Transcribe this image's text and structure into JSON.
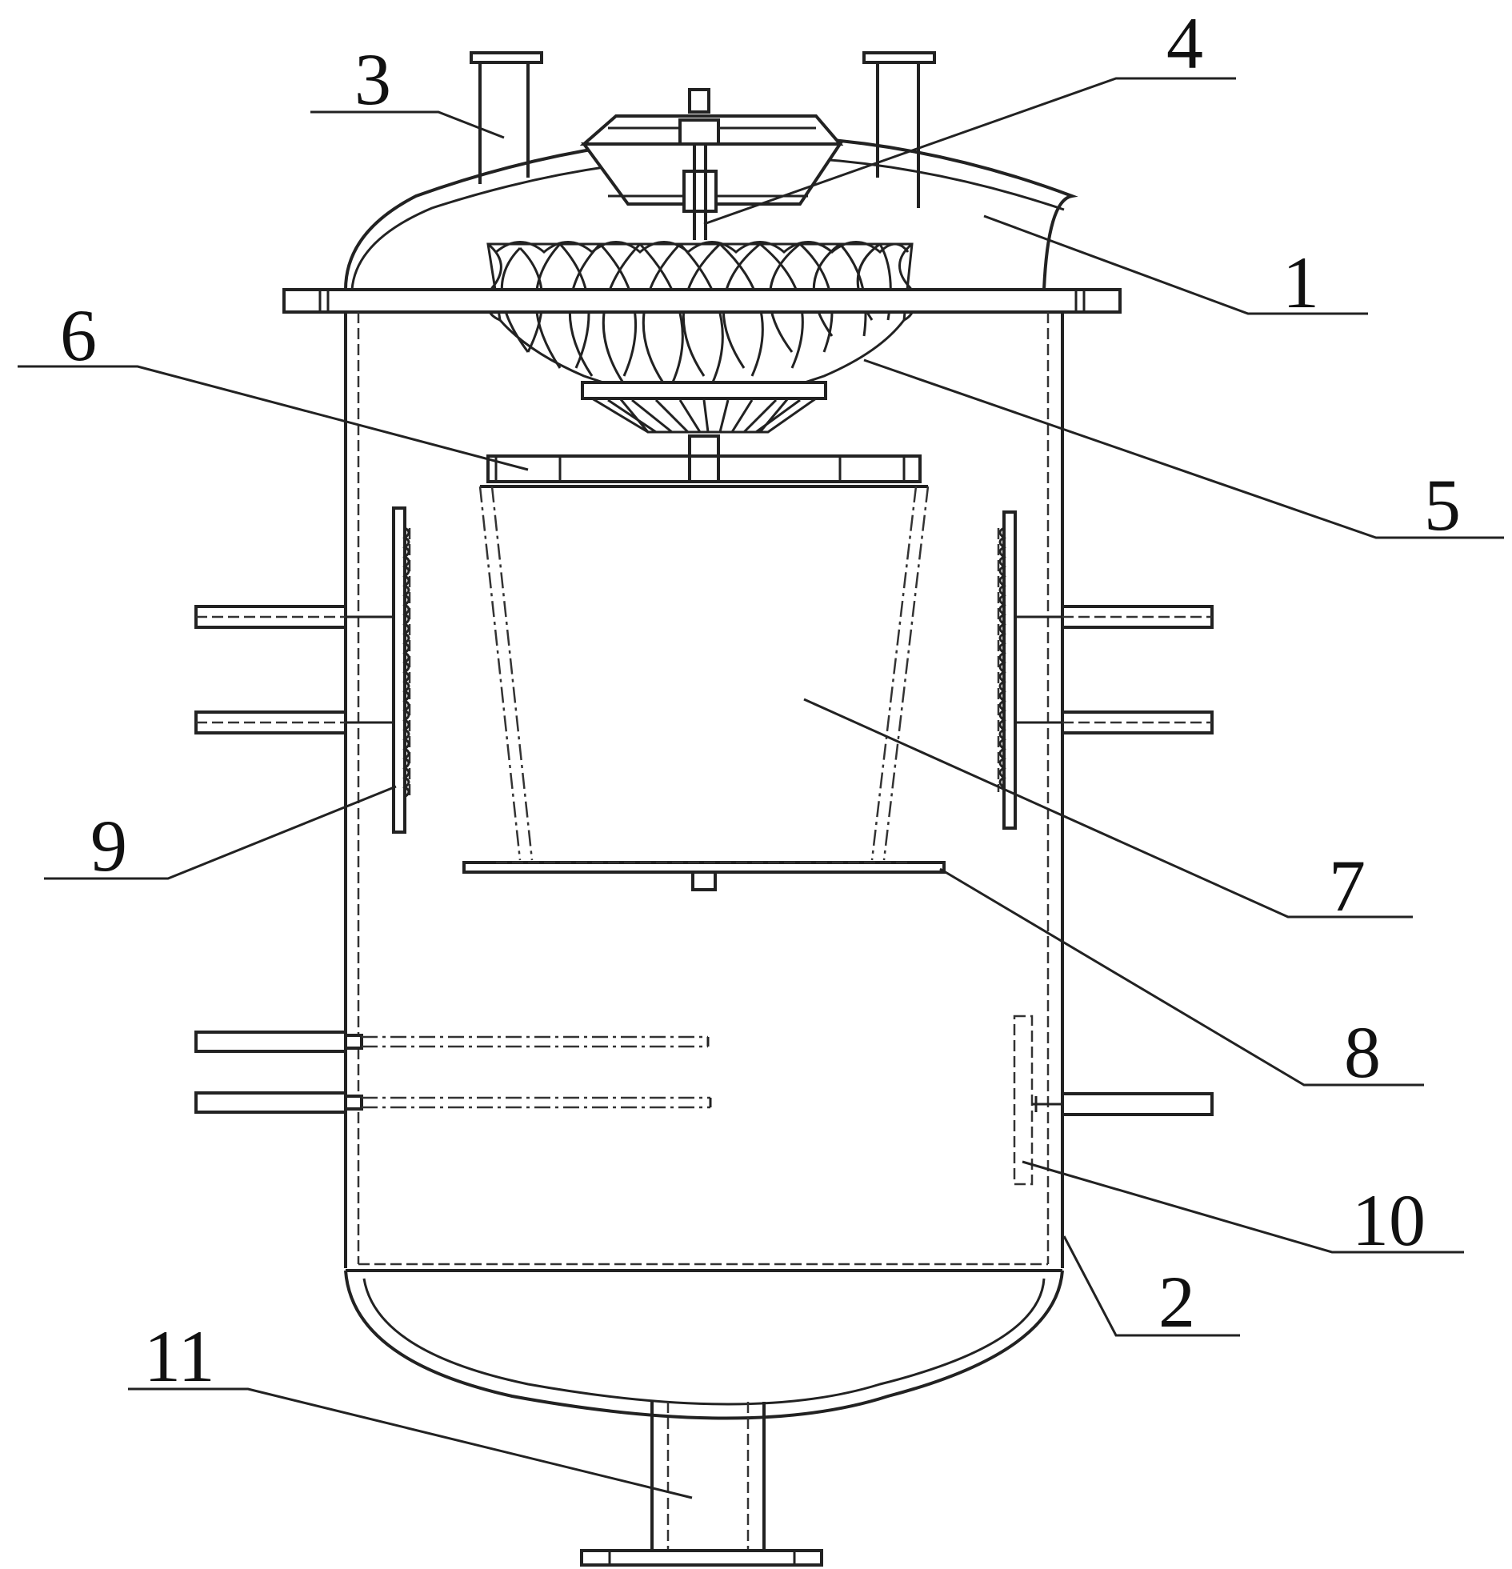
{
  "labels": [
    {
      "id": "1",
      "text": "1"
    },
    {
      "id": "2",
      "text": "2"
    },
    {
      "id": "3",
      "text": "3"
    },
    {
      "id": "4",
      "text": "4"
    },
    {
      "id": "5",
      "text": "5"
    },
    {
      "id": "6",
      "text": "6"
    },
    {
      "id": "7",
      "text": "7"
    },
    {
      "id": "8",
      "text": "8"
    },
    {
      "id": "9",
      "text": "9"
    },
    {
      "id": "10",
      "text": "10"
    },
    {
      "id": "11",
      "text": "11"
    }
  ]
}
